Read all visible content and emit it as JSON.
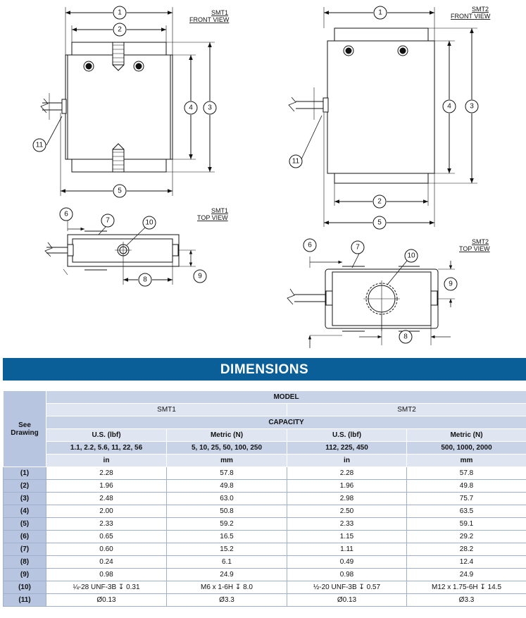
{
  "views": {
    "smt1_front": {
      "line1": "SMT1",
      "line2": "FRONT VIEW"
    },
    "smt2_front": {
      "line1": "SMT2",
      "line2": "FRONT VIEW"
    },
    "smt1_top": {
      "line1": "SMT1",
      "line2": "TOP VIEW"
    },
    "smt2_top": {
      "line1": "SMT2",
      "line2": "TOP VIEW"
    }
  },
  "callouts": {
    "n1": "1",
    "n2": "2",
    "n3": "3",
    "n4": "4",
    "n5": "5",
    "n6": "6",
    "n7": "7",
    "n8": "8",
    "n9": "9",
    "n10": "10",
    "n11": "11"
  },
  "banner": "DIMENSIONS",
  "table": {
    "see_drawing": "See Drawing",
    "model_label": "MODEL",
    "capacity_label": "CAPACITY",
    "models": [
      "SMT1",
      "SMT2"
    ],
    "columns": [
      {
        "system": "U.S. (lbf)",
        "capacities": "1.1, 2.2, 5.6, 11, 22, 56",
        "unit": "in"
      },
      {
        "system": "Metric (N)",
        "capacities": "5, 10, 25, 50, 100, 250",
        "unit": "mm"
      },
      {
        "system": "U.S. (lbf)",
        "capacities": "112, 225, 450",
        "unit": "in"
      },
      {
        "system": "Metric (N)",
        "capacities": "500, 1000, 2000",
        "unit": "mm"
      }
    ],
    "rows": [
      {
        "label": "(1)",
        "values": [
          "2.28",
          "57.8",
          "2.28",
          "57.8"
        ]
      },
      {
        "label": "(2)",
        "values": [
          "1.96",
          "49.8",
          "1.96",
          "49.8"
        ]
      },
      {
        "label": "(3)",
        "values": [
          "2.48",
          "63.0",
          "2.98",
          "75.7"
        ]
      },
      {
        "label": "(4)",
        "values": [
          "2.00",
          "50.8",
          "2.50",
          "63.5"
        ]
      },
      {
        "label": "(5)",
        "values": [
          "2.33",
          "59.2",
          "2.33",
          "59.1"
        ]
      },
      {
        "label": "(6)",
        "values": [
          "0.65",
          "16.5",
          "1.15",
          "29.2"
        ]
      },
      {
        "label": "(7)",
        "values": [
          "0.60",
          "15.2",
          "1.11",
          "28.2"
        ]
      },
      {
        "label": "(8)",
        "values": [
          "0.24",
          "6.1",
          "0.49",
          "12.4"
        ]
      },
      {
        "label": "(9)",
        "values": [
          "0.98",
          "24.9",
          "0.98",
          "24.9"
        ]
      },
      {
        "label": "(10)",
        "values": [
          "¼-28 UNF-3B ↧ 0.31",
          "M6 x 1-6H ↧ 8.0",
          "½-20 UNF-3B ↧ 0.57",
          "M12 x 1.75-6H ↧ 14.5"
        ]
      },
      {
        "label": "(11)",
        "values": [
          "Ø0.13",
          "Ø3.3",
          "Ø0.13",
          "Ø3.3"
        ]
      }
    ]
  }
}
